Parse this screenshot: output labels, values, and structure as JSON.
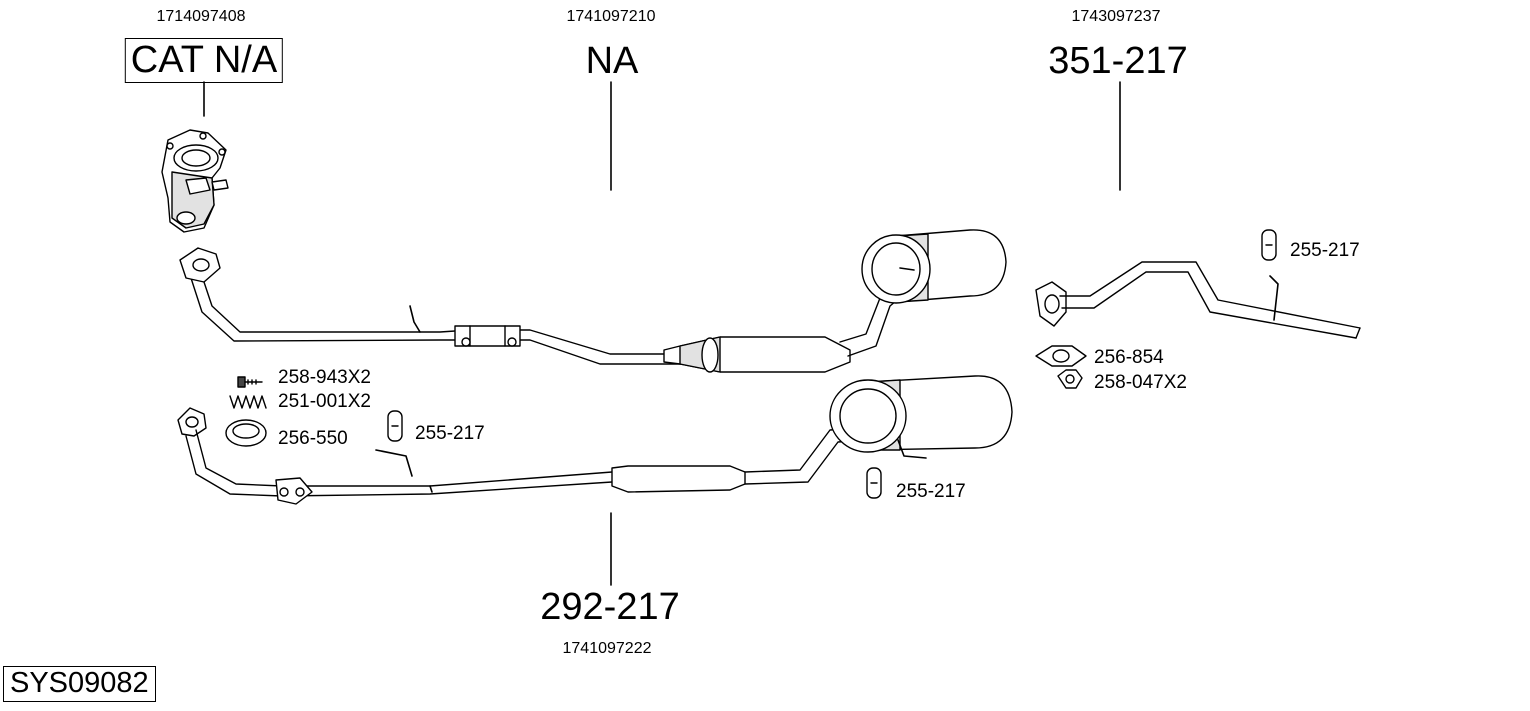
{
  "assemblies": {
    "catalyst": {
      "oe_number": "1714097408",
      "part_code": "CAT N/A"
    },
    "front_pipe": {
      "oe_number": "1741097210",
      "part_code": "NA"
    },
    "rear_muffler_lower": {
      "oe_number": "1741097222",
      "part_code": "292-217"
    },
    "tail_pipe": {
      "oe_number": "1743097237",
      "part_code": "351-217"
    }
  },
  "parts": {
    "bolt": "258-943X2",
    "spring": "251-001X2",
    "gasket_ring": "256-550",
    "hanger_mid": "255-217",
    "hanger_rear": "255-217",
    "hanger_tail": "255-217",
    "flange_gasket": "256-854",
    "nut": "258-047X2"
  },
  "system_code": "SYS09082"
}
